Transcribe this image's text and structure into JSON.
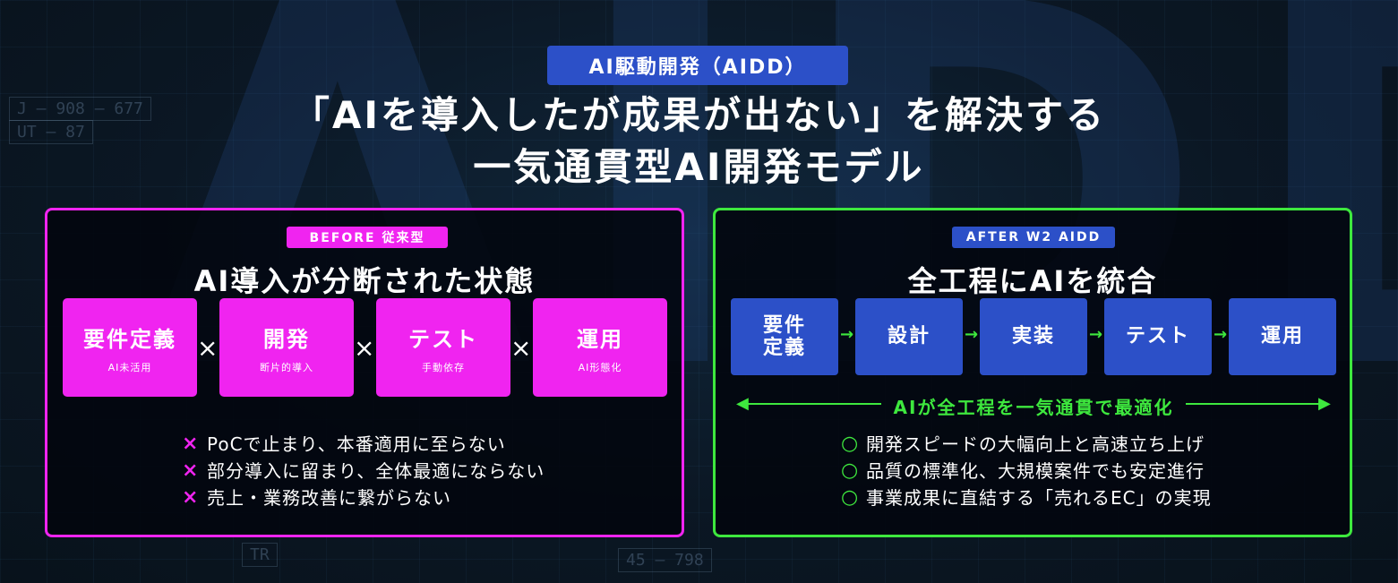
{
  "badge": "AI駆動開発（AIDD）",
  "title": {
    "line1": "「AIを導入したが成果が出ない」を解決する",
    "line2": "一気通貫型AI開発モデル"
  },
  "before": {
    "tag": "BEFORE 従来型",
    "title": "AI導入が分断された状態",
    "boxes": [
      {
        "main": "要件定義",
        "sub": "AI未活用"
      },
      {
        "main": "開発",
        "sub": "断片的導入"
      },
      {
        "main": "テスト",
        "sub": "手動依存"
      },
      {
        "main": "運用",
        "sub": "AI形態化"
      }
    ],
    "separator": "×",
    "mark": "×",
    "issues": [
      "PoCで止まり、本番適用に至らない",
      "部分導入に留まり、全体最適にならない",
      "売上・業務改善に繋がらない"
    ],
    "accent": "#f024f0"
  },
  "after": {
    "tag": "AFTER W2 AIDD",
    "title": "全工程にAIを統合",
    "steps": [
      "要件定義",
      "設計",
      "実装",
      "テスト",
      "運用"
    ],
    "step1_lines": [
      "要件",
      "定義"
    ],
    "arrow": "→",
    "flow_label": "AIが全工程を一気通貫で最適化",
    "mark": "○",
    "benefits": [
      "開発スピードの大幅向上と高速立ち上げ",
      "品質の標準化、大規模案件でも安定進行",
      "事業成果に直結する「売れるEC」の実現"
    ],
    "accent": "#3ee83e",
    "box_color": "#2c50c8"
  }
}
